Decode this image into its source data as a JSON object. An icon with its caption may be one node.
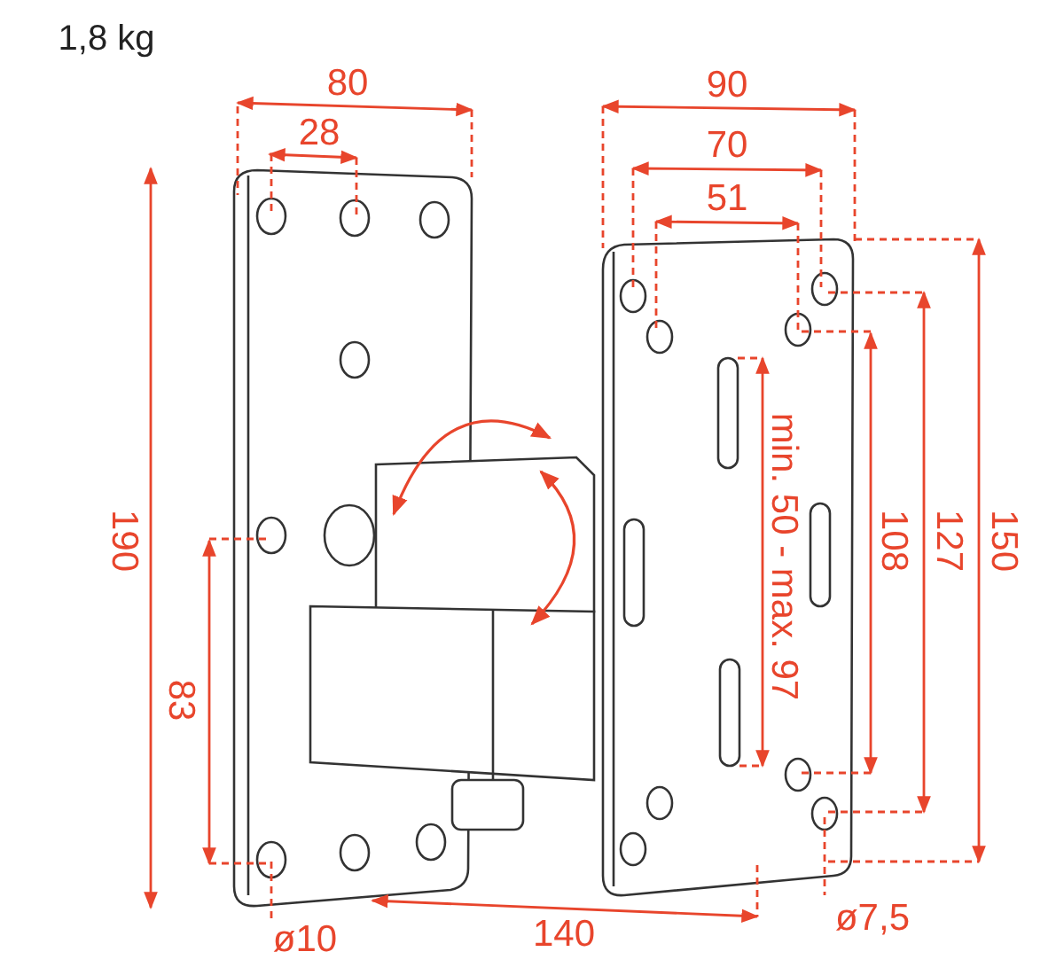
{
  "diagram": {
    "labels": [
      "1,8 kg",
      "80",
      "28",
      "90",
      "70",
      "51",
      "190",
      "83",
      "min. 50 - max. 97",
      "108",
      "127",
      "150",
      "ø10",
      "140",
      "ø7,5"
    ]
  }
}
